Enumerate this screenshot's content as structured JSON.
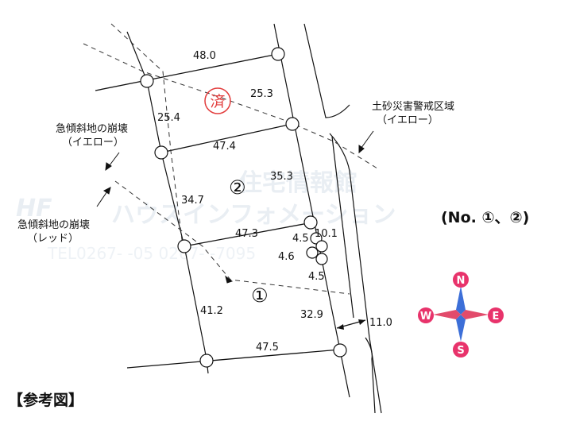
{
  "watermark": {
    "logo": "HF",
    "line1": "住宅情報館",
    "line2": "ハウスインフォメーション",
    "line3": "TEL0267-  -05  0267-  -7095"
  },
  "stamp": {
    "text": "済",
    "color": "#e23b3b"
  },
  "dimensions": {
    "top_north": "48.0",
    "plot2_east_top": "25.3",
    "plot2_west_top": "25.4",
    "mid_top": "47.4",
    "plot2_east": "35.3",
    "plot2_west": "34.7",
    "mid_bottom": "47.3",
    "small_a": "4.5",
    "small_b": "10.1",
    "small_c": "4.6",
    "small_d": "4.5",
    "plot1_west": "41.2",
    "plot1_east": "32.9",
    "road_width": "11.0",
    "bottom": "47.5"
  },
  "plots": {
    "plot1": "①",
    "plot2": "②"
  },
  "annotations": {
    "landslide_line1": "土砂災害警戒区域",
    "landslide_line2": "（イエロー）",
    "slope_yellow_line1": "急傾斜地の崩壊",
    "slope_yellow_line2": "（イエロー）",
    "slope_red_line1": "急傾斜地の崩壊",
    "slope_red_line2": "（レッド）"
  },
  "plot_ref": "(No. ①、②)",
  "compass": {
    "north": "N",
    "south": "S",
    "east": "E",
    "west": "W",
    "letter_color": "#e8336b",
    "star_blue": "#3c6fd8",
    "star_red": "#e24b6b"
  },
  "caption": "【参考図】"
}
